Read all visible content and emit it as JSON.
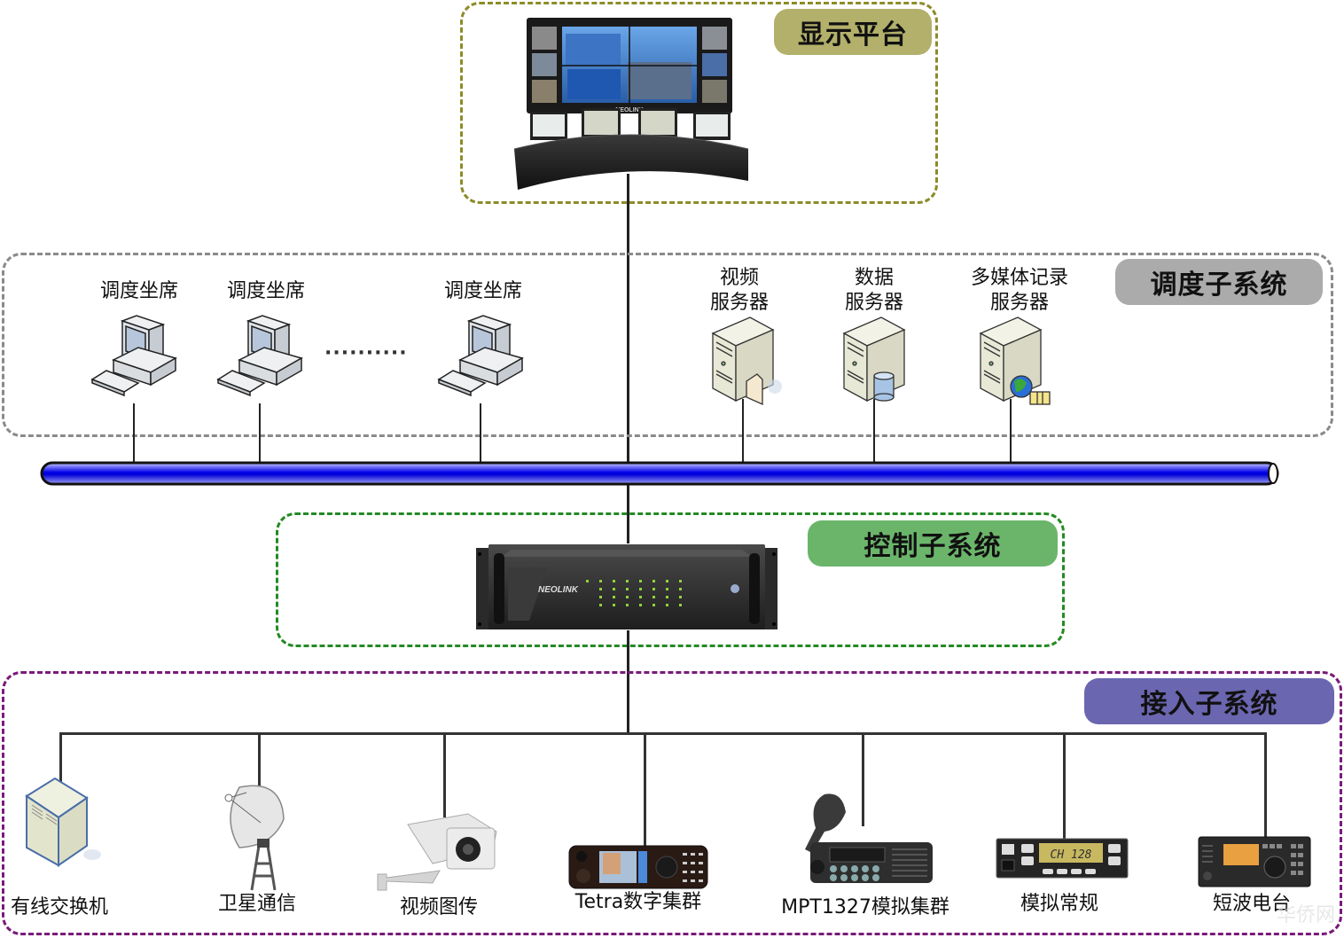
{
  "diagram": {
    "groups": {
      "display": {
        "title": "显示平台",
        "color": "#8c8c2a",
        "badge_color": "#b2b06a"
      },
      "dispatch": {
        "title": "调度子系统",
        "color": "#8a8a8a",
        "badge_color": "#ababab"
      },
      "control": {
        "title": "控制子系统",
        "color": "#238a23",
        "badge_color": "#6bb56b"
      },
      "access": {
        "title": "接入子系统",
        "color": "#7a1a7a",
        "badge_color": "#6b66b0"
      }
    },
    "display_platform": {
      "brand": "NEOLINK"
    },
    "dispatch": {
      "consoles": [
        {
          "label": "调度坐席"
        },
        {
          "label": "调度坐席"
        },
        {
          "label": "调度坐席"
        }
      ],
      "ellipsis": "··········",
      "servers": [
        {
          "label_line1": "视频",
          "label_line2": "服务器",
          "overlay": "folder"
        },
        {
          "label_line1": "数据",
          "label_line2": "服务器",
          "overlay": "database"
        },
        {
          "label_line1": "多媒体记录",
          "label_line2": "服务器",
          "overlay": "globe"
        }
      ]
    },
    "bus": {
      "color": "#1010e0"
    },
    "control": {
      "device_brand": "NEOLINK"
    },
    "access": {
      "devices": [
        {
          "label": "有线交换机",
          "icon": "pbx-cabinet"
        },
        {
          "label": "卫星通信",
          "icon": "satellite-dish"
        },
        {
          "label": "视频图传",
          "icon": "cctv-camera"
        },
        {
          "label": "Tetra数字集群",
          "icon": "tetra-radio"
        },
        {
          "label": "MPT1327模拟集群",
          "icon": "mobile-radio"
        },
        {
          "label": "模拟常规",
          "icon": "analog-radio"
        },
        {
          "label": "短波电台",
          "icon": "hf-transceiver"
        }
      ],
      "analog_display": "CH 128"
    },
    "watermark": "华侨网"
  }
}
